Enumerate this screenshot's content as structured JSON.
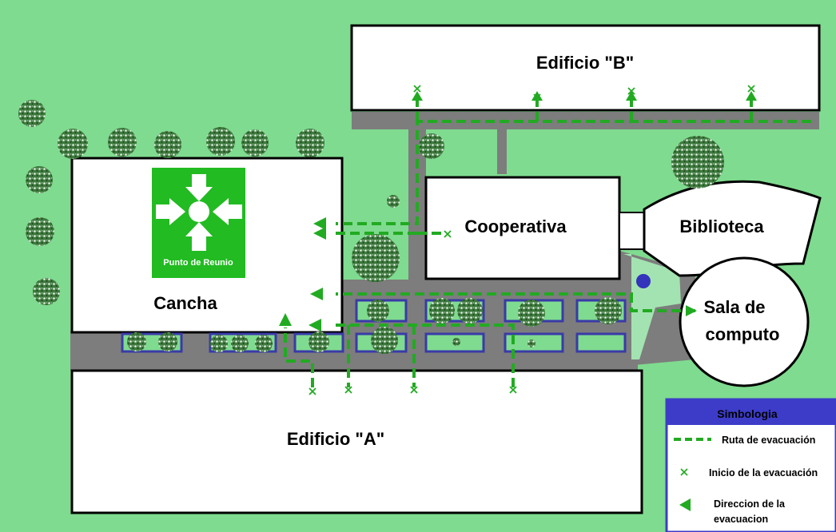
{
  "map": {
    "buildings": {
      "edificio_b": "Edificio \"B\"",
      "cooperativa": "Cooperativa",
      "biblioteca": "Biblioteca",
      "sala_computo_line1": "Sala de",
      "sala_computo_line2": "computo",
      "cancha": "Cancha",
      "edificio_a": "Edificio \"A\""
    },
    "assembly_point": {
      "label": "Punto de Reunio",
      "color": "#22bb22"
    },
    "colors": {
      "ground": "#7fdb8f",
      "path": "#7d7d7d",
      "building": "#ffffff",
      "route": "#22aa22",
      "planter_border": "#3a3aa8",
      "legend_header": "#3c3cc8"
    }
  },
  "legend": {
    "title": "Simbologia",
    "route": "Ruta de evacuación",
    "start": "Inicio de la evacuación",
    "direction_line1": "Direccion de la",
    "direction_line2": "evacuacion"
  }
}
